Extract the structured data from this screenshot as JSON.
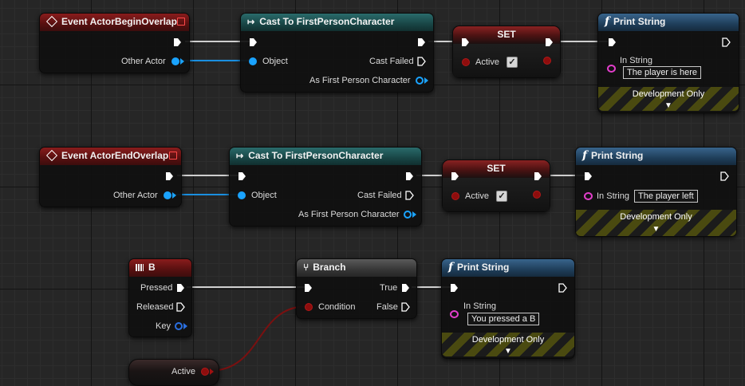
{
  "nodes": {
    "begin_event": {
      "title": "Event ActorBeginOverlap",
      "pin_other_actor": "Other Actor"
    },
    "cast_1": {
      "title": "Cast To FirstPersonCharacter",
      "pin_object": "Object",
      "pin_cast_failed": "Cast Failed",
      "pin_as_fpc": "As First Person Character"
    },
    "set_1": {
      "title": "SET",
      "pin_active": "Active",
      "checked": true
    },
    "print_1": {
      "title": "Print String",
      "pin_in_string": "In String",
      "in_string_value": "The player is here",
      "dev_only": "Development Only"
    },
    "end_event": {
      "title": "Event ActorEndOverlap",
      "pin_other_actor": "Other Actor"
    },
    "cast_2": {
      "title": "Cast To FirstPersonCharacter",
      "pin_object": "Object",
      "pin_cast_failed": "Cast Failed",
      "pin_as_fpc": "As First Person Character"
    },
    "set_2": {
      "title": "SET",
      "pin_active": "Active",
      "checked": true
    },
    "print_2": {
      "title": "Print String",
      "pin_in_string": "In String",
      "in_string_value": "The player left",
      "dev_only": "Development Only"
    },
    "key_b": {
      "title": "B",
      "pin_pressed": "Pressed",
      "pin_released": "Released",
      "pin_key": "Key"
    },
    "branch": {
      "title": "Branch",
      "pin_condition": "Condition",
      "pin_true": "True",
      "pin_false": "False"
    },
    "print_3": {
      "title": "Print String",
      "pin_in_string": "In String",
      "in_string_value": "You pressed a B",
      "dev_only": "Development Only"
    },
    "get_active": {
      "label": "Active"
    }
  },
  "colors": {
    "exec": "#ffffff",
    "object": "#1aa3ff",
    "bool": "#a01010",
    "string": "#e23ecb"
  },
  "icons": {
    "event": "event-diamond-icon",
    "cast": "cast-arrows-icon",
    "function": "function-f-icon",
    "key": "keyboard-key-icon",
    "branch": "branch-icon"
  }
}
